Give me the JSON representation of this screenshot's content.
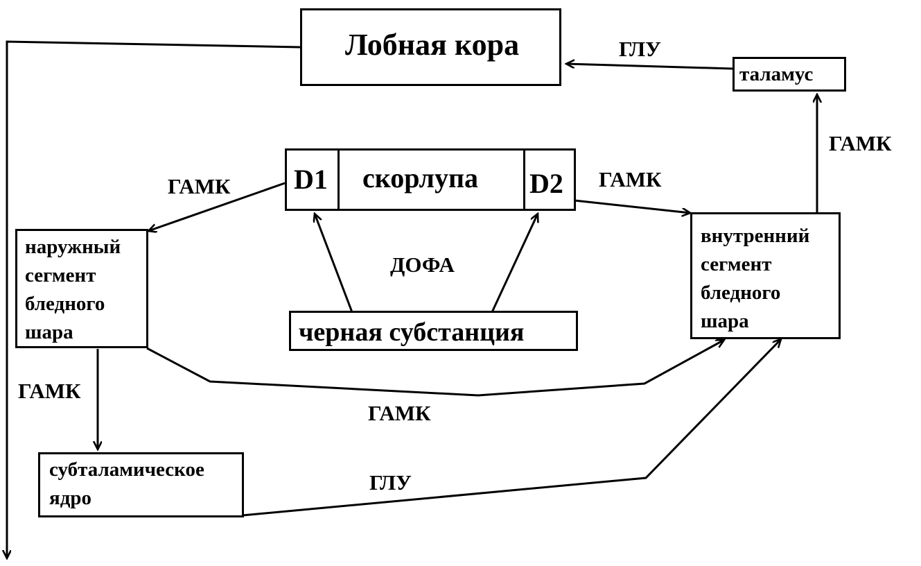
{
  "nodes": {
    "frontal_cortex": "Лобная кора",
    "thalamus": "таламус",
    "putamen": "скорлупа",
    "d1": "D1",
    "d2": "D2",
    "external_globus_pallidus": "наружный\nсегмент\nбледного\nшара",
    "internal_globus_pallidus": "внутренний\nсегмент\nбледного\nшара",
    "substantia_nigra": "черная субстанция",
    "subthalamic_nucleus": "субталамическое\nядро"
  },
  "edge_labels": {
    "thalamus_to_cortex": "ГЛУ",
    "internal_to_thalamus": "ГАМК",
    "d1_to_external": "ГАМК",
    "d2_to_internal": "ГАМК",
    "nigra_to_putamen": "ДОФА",
    "external_to_subthalamic": "ГАМК",
    "external_to_internal": "ГАМК",
    "subthalamic_to_internal": "ГЛУ"
  }
}
